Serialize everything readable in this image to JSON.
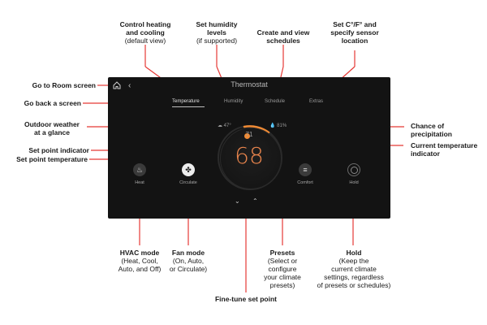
{
  "callouts": {
    "control_heating": {
      "title": "Control heating\nand cooling",
      "sub": "(default view)"
    },
    "humidity": {
      "title": "Set humidity\nlevels",
      "sub": "(if supported)"
    },
    "schedules": {
      "title": "Create and view\nschedules",
      "sub": ""
    },
    "units": {
      "title": "Set C°/F° and\nspecify sensor\nlocation",
      "sub": ""
    },
    "room": {
      "title": "Go to Room screen",
      "sub": ""
    },
    "back": {
      "title": "Go back a screen",
      "sub": ""
    },
    "outdoor": {
      "title": "Outdoor weather\nat a glance",
      "sub": ""
    },
    "precip": {
      "title": "Chance of\nprecipitation",
      "sub": ""
    },
    "setpoint_indicator": {
      "title": "Set point indicator",
      "sub": ""
    },
    "setpoint_temp": {
      "title": "Set point temperature",
      "sub": ""
    },
    "current_temp": {
      "title": "Current temperature\nindicator",
      "sub": ""
    },
    "hvac": {
      "title": "HVAC mode",
      "sub": "(Heat, Cool,\nAuto, and Off)"
    },
    "fan": {
      "title": "Fan mode",
      "sub": "(On, Auto,\nor Circulate)"
    },
    "presets": {
      "title": "Presets",
      "sub": "(Select or\nconfigure\nyour climate\npresets)"
    },
    "hold": {
      "title": "Hold",
      "sub": "(Keep the\ncurrent climate\nsettings, regardless\nof presets or schedules)"
    },
    "finetune": {
      "title": "Fine-tune set point",
      "sub": ""
    }
  },
  "screen": {
    "title": "Thermostat",
    "tabs": [
      "Temperature",
      "Humidity",
      "Schedule",
      "Extras"
    ],
    "outdoor_temp": "47°",
    "precip": "81%",
    "current_temp": "71",
    "setpoint": "68",
    "modes": {
      "heat": "Heat",
      "circulate": "Circulate",
      "comfort": "Comfort",
      "hold": "Hold"
    }
  },
  "colors": {
    "accent": "#e8844c",
    "screen_bg": "#131313"
  },
  "icons": [
    "home-icon",
    "back-icon",
    "cloud-sun-icon",
    "droplet-icon",
    "flame-icon",
    "fan-icon",
    "menu-icon",
    "hold-circle-icon",
    "chevron-down-icon",
    "chevron-up-icon"
  ]
}
